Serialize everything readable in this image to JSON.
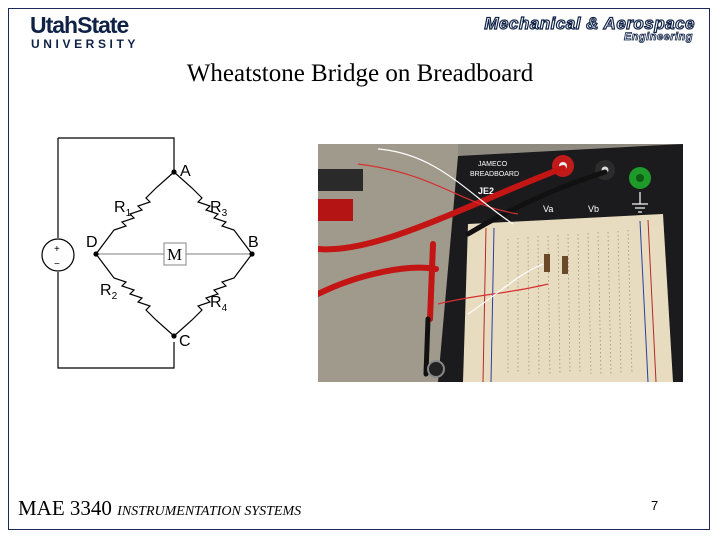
{
  "header": {
    "usu_logo_top": "UtahState",
    "usu_logo_bottom": "UNIVERSITY",
    "dept_logo_top": "Mechanical & Aerospace",
    "dept_logo_bottom": "Engineering"
  },
  "title": "Wheatstone Bridge on Breadboard",
  "diagram": {
    "nodes": {
      "a": "A",
      "b": "B",
      "c": "C",
      "d": "D"
    },
    "resistors": {
      "r1": {
        "letter": "R",
        "sub": "1"
      },
      "r2": {
        "letter": "R",
        "sub": "2"
      },
      "r3": {
        "letter": "R",
        "sub": "3"
      },
      "r4": {
        "letter": "R",
        "sub": "4"
      }
    },
    "meter": "M",
    "source_plus": "+",
    "source_minus": "−"
  },
  "photo": {
    "brand": "JAMECO",
    "board": "BREADBOARD",
    "model": "JE2",
    "va": "Va",
    "vb": "Vb"
  },
  "footer": {
    "course": "MAE 3340",
    "subtitle": "INSTRUMENTATION SYSTEMS",
    "page": "7"
  },
  "colors": {
    "navy": "#0f2246",
    "wire_red": "#c41515",
    "breadboard": "#e8dcc0",
    "binding_green": "#1e9a2a"
  }
}
